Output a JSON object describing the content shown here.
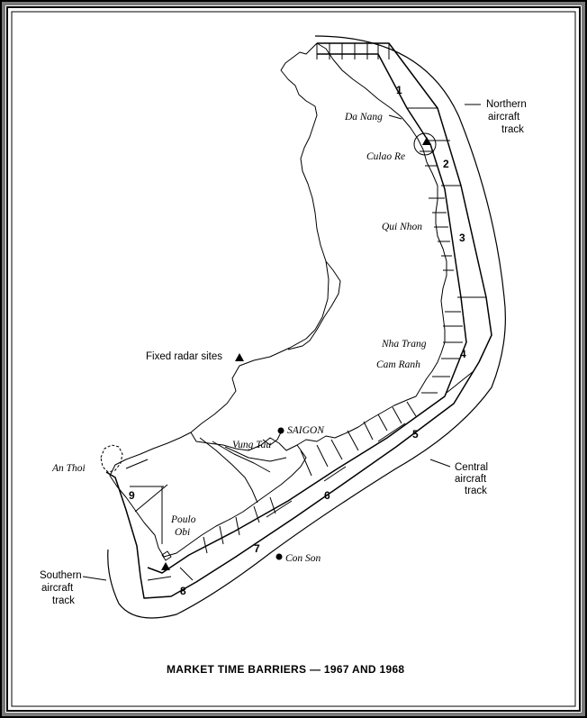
{
  "title": "MARKET TIME BARRIERS — 1967 AND 1968",
  "legend": {
    "fixed_radar_sites": "Fixed radar sites"
  },
  "places": {
    "da_nang": "Da Nang",
    "culao_re": "Culao Re",
    "qui_nhon": "Qui Nhon",
    "nha_trang": "Nha Trang",
    "cam_ranh": "Cam Ranh",
    "saigon": "SAIGON",
    "vung_tau": "Vung Tau",
    "an_thoi": "An Thoi",
    "poulo_obi_1": "Poulo",
    "poulo_obi_2": "Obi",
    "con_son": "Con Son"
  },
  "tracks": {
    "northern": [
      "Northern",
      "aircraft",
      "track"
    ],
    "central": [
      "Central",
      "aircraft",
      "track"
    ],
    "southern": [
      "Southern",
      "aircraft",
      "track"
    ]
  },
  "barriers": [
    "1",
    "2",
    "3",
    "4",
    "5",
    "6",
    "7",
    "8",
    "9"
  ],
  "colors": {
    "ink": "#000000",
    "paper": "#ffffff",
    "frame_gray": "#7a7a7a"
  }
}
